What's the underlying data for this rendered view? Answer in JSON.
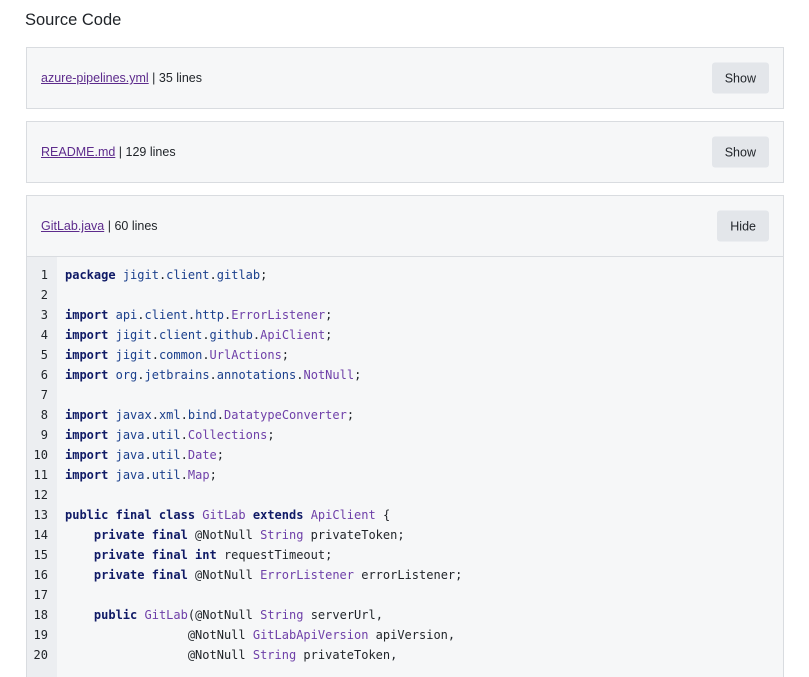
{
  "page": {
    "title": "Source Code"
  },
  "files": [
    {
      "name": "azure-pipelines.yml",
      "meta": "35 lines",
      "button": "Show"
    },
    {
      "name": "README.md",
      "meta": "129 lines",
      "button": "Show"
    },
    {
      "name": "GitLab.java",
      "meta": "60 lines",
      "button": "Hide"
    }
  ],
  "separator": " | ",
  "code": {
    "lines": [
      {
        "n": "1",
        "tokens": [
          [
            "kw",
            "package"
          ],
          [
            "t",
            " "
          ],
          [
            "pk",
            "jigit"
          ],
          [
            "t",
            "."
          ],
          [
            "pk",
            "client"
          ],
          [
            "t",
            "."
          ],
          [
            "pk",
            "gitlab"
          ],
          [
            "t",
            ";"
          ]
        ]
      },
      {
        "n": "2",
        "tokens": []
      },
      {
        "n": "3",
        "tokens": [
          [
            "kw",
            "import"
          ],
          [
            "t",
            " "
          ],
          [
            "pk",
            "api"
          ],
          [
            "t",
            "."
          ],
          [
            "pk",
            "client"
          ],
          [
            "t",
            "."
          ],
          [
            "pk",
            "http"
          ],
          [
            "t",
            "."
          ],
          [
            "ty",
            "ErrorListener"
          ],
          [
            "t",
            ";"
          ]
        ]
      },
      {
        "n": "4",
        "tokens": [
          [
            "kw",
            "import"
          ],
          [
            "t",
            " "
          ],
          [
            "pk",
            "jigit"
          ],
          [
            "t",
            "."
          ],
          [
            "pk",
            "client"
          ],
          [
            "t",
            "."
          ],
          [
            "pk",
            "github"
          ],
          [
            "t",
            "."
          ],
          [
            "ty",
            "ApiClient"
          ],
          [
            "t",
            ";"
          ]
        ]
      },
      {
        "n": "5",
        "tokens": [
          [
            "kw",
            "import"
          ],
          [
            "t",
            " "
          ],
          [
            "pk",
            "jigit"
          ],
          [
            "t",
            "."
          ],
          [
            "pk",
            "common"
          ],
          [
            "t",
            "."
          ],
          [
            "ty",
            "UrlActions"
          ],
          [
            "t",
            ";"
          ]
        ]
      },
      {
        "n": "6",
        "tokens": [
          [
            "kw",
            "import"
          ],
          [
            "t",
            " "
          ],
          [
            "pk",
            "org"
          ],
          [
            "t",
            "."
          ],
          [
            "pk",
            "jetbrains"
          ],
          [
            "t",
            "."
          ],
          [
            "pk",
            "annotations"
          ],
          [
            "t",
            "."
          ],
          [
            "ty",
            "NotNull"
          ],
          [
            "t",
            ";"
          ]
        ]
      },
      {
        "n": "7",
        "tokens": []
      },
      {
        "n": "8",
        "tokens": [
          [
            "kw",
            "import"
          ],
          [
            "t",
            " "
          ],
          [
            "pk",
            "javax"
          ],
          [
            "t",
            "."
          ],
          [
            "pk",
            "xml"
          ],
          [
            "t",
            "."
          ],
          [
            "pk",
            "bind"
          ],
          [
            "t",
            "."
          ],
          [
            "ty",
            "DatatypeConverter"
          ],
          [
            "t",
            ";"
          ]
        ]
      },
      {
        "n": "9",
        "tokens": [
          [
            "kw",
            "import"
          ],
          [
            "t",
            " "
          ],
          [
            "pk",
            "java"
          ],
          [
            "t",
            "."
          ],
          [
            "pk",
            "util"
          ],
          [
            "t",
            "."
          ],
          [
            "ty",
            "Collections"
          ],
          [
            "t",
            ";"
          ]
        ]
      },
      {
        "n": "10",
        "tokens": [
          [
            "kw",
            "import"
          ],
          [
            "t",
            " "
          ],
          [
            "pk",
            "java"
          ],
          [
            "t",
            "."
          ],
          [
            "pk",
            "util"
          ],
          [
            "t",
            "."
          ],
          [
            "ty",
            "Date"
          ],
          [
            "t",
            ";"
          ]
        ]
      },
      {
        "n": "11",
        "tokens": [
          [
            "kw",
            "import"
          ],
          [
            "t",
            " "
          ],
          [
            "pk",
            "java"
          ],
          [
            "t",
            "."
          ],
          [
            "pk",
            "util"
          ],
          [
            "t",
            "."
          ],
          [
            "ty",
            "Map"
          ],
          [
            "t",
            ";"
          ]
        ]
      },
      {
        "n": "12",
        "tokens": []
      },
      {
        "n": "13",
        "tokens": [
          [
            "kw",
            "public final class"
          ],
          [
            "t",
            " "
          ],
          [
            "ty",
            "GitLab"
          ],
          [
            "t",
            " "
          ],
          [
            "kw",
            "extends"
          ],
          [
            "t",
            " "
          ],
          [
            "ty",
            "ApiClient"
          ],
          [
            "t",
            " {"
          ]
        ]
      },
      {
        "n": "14",
        "tokens": [
          [
            "t",
            "    "
          ],
          [
            "kw",
            "private final"
          ],
          [
            "t",
            " @NotNull "
          ],
          [
            "ty",
            "String"
          ],
          [
            "t",
            " privateToken;"
          ]
        ]
      },
      {
        "n": "15",
        "tokens": [
          [
            "t",
            "    "
          ],
          [
            "kw",
            "private final int"
          ],
          [
            "t",
            " requestTimeout;"
          ]
        ]
      },
      {
        "n": "16",
        "tokens": [
          [
            "t",
            "    "
          ],
          [
            "kw",
            "private final"
          ],
          [
            "t",
            " @NotNull "
          ],
          [
            "ty",
            "ErrorListener"
          ],
          [
            "t",
            " errorListener;"
          ]
        ]
      },
      {
        "n": "17",
        "tokens": []
      },
      {
        "n": "18",
        "tokens": [
          [
            "t",
            "    "
          ],
          [
            "kw",
            "public"
          ],
          [
            "t",
            " "
          ],
          [
            "ty",
            "GitLab"
          ],
          [
            "t",
            "(@NotNull "
          ],
          [
            "ty",
            "String"
          ],
          [
            "t",
            " serverUrl,"
          ]
        ]
      },
      {
        "n": "19",
        "tokens": [
          [
            "t",
            "                 @NotNull "
          ],
          [
            "ty",
            "GitLabApiVersion"
          ],
          [
            "t",
            " apiVersion,"
          ]
        ]
      },
      {
        "n": "20",
        "tokens": [
          [
            "t",
            "                 @NotNull "
          ],
          [
            "ty",
            "String"
          ],
          [
            "t",
            " privateToken,"
          ]
        ]
      }
    ]
  }
}
